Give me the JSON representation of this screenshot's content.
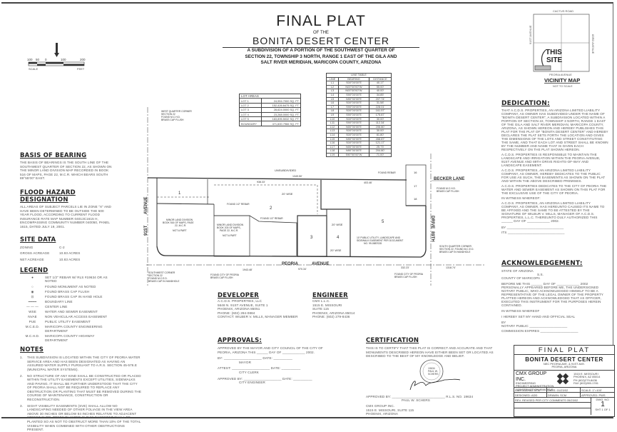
{
  "title": {
    "main": "FINAL PLAT",
    "of_the": "OF THE",
    "name": "BONITA DESERT CENTER",
    "subtitle": [
      "A SUBDIVISION OF A PORTION OF THE SOUTHWEST QUARTER OF",
      "SECTION 22, TOWNSHIP 3 NORTH, RANGE 1 EAST OF THE GILA AND",
      "SALT RIVER MERIDIAN, MARICOPA COUNTY, ARIZONA"
    ]
  },
  "scale_bar": {
    "ticks": [
      "100",
      "50",
      "0",
      "100",
      "200"
    ],
    "scale_label": "SCALE",
    "unit_label": "FEET"
  },
  "vicinity_map": {
    "title": "VICINITY MAP",
    "note": "NOT TO SCALE",
    "north_road": "CACTUS ROAD",
    "south_road": "PEORIA AVENUE",
    "west_road": "91ST AVENUE",
    "east_road": "83RD AVENUE",
    "site_label": [
      "THIS",
      "SITE"
    ]
  },
  "basis_of_bearing": {
    "heading": "BASIS OF BEARING",
    "text": "THE BASIS OF BEARINGS IS THE SOUTH LINE OF THE SOUTHWEST QUARTER OF SECTION 22, AS SHOWN ON THE MINOR LAND DIVISION MAP RECORDED IN BOOK 516 OF MAPS, PAGE 22, M.C.R. WHICH BEARS SOUTH 89°55'00\" EAST."
  },
  "flood_hazard": {
    "heading": "FLOOD HAZARD DESIGNATION",
    "text": "ALL AREAS OF SUBJECT PARCELS LIE IN ZONE \"X\" AND HAVE BEEN DETERMINED TO BE OUTSIDE THE 500 YEAR FLOOD, ACCORDING TO CURRENT FLOOD INSURANCE RATE MAP NUMBER 04013C1615 H, ENCOMPASSING COMMUNITY NUMBER 040050, PANEL 1615, DATED JULY 19, 2001."
  },
  "site_data": {
    "heading": "SITE DATA",
    "rows": [
      {
        "label": "ZONING",
        "value": "C-2"
      },
      {
        "label": "GROSS ACREAGE",
        "value": "10.83 ACRES"
      },
      {
        "label": "NET ACREAGE",
        "value": "10.83 ACRES"
      }
    ]
  },
  "legend": {
    "heading": "LEGEND",
    "items": [
      {
        "symbol": "●",
        "text": "SET 1/2\" REBAR W/ RLS #19634 OR AS NOTED"
      },
      {
        "symbol": "○",
        "text": "FOUND MONUMENT AS NOTED"
      },
      {
        "symbol": "◉",
        "text": "FOUND BRASS CAP FLUSH"
      },
      {
        "symbol": "⊡",
        "text": "FOUND BRASS CAP IN HAND HOLE"
      },
      {
        "symbol": "━━━━",
        "text": "BOUNDARY LINE"
      },
      {
        "symbol": "— — —",
        "text": "CENTER LINE"
      },
      {
        "symbol": "WSE",
        "text": "WATER AND SEWER EASEMENT"
      },
      {
        "symbol": "NVAE",
        "text": "NON VEHICULAR ACCESS EASEMENT"
      },
      {
        "symbol": "PUE",
        "text": "PUBLIC UTILITY EASEMENT"
      },
      {
        "symbol": "M.C.E.D.",
        "text": "MARICOPA COUNTY ENGINEERING DEPARTMENT"
      },
      {
        "symbol": "M.C.H.D.",
        "text": "MARICOPA COUNTY HIGHWAY DEPARTMENT"
      }
    ]
  },
  "notes": {
    "heading": "NOTES",
    "items": [
      {
        "num": "1.",
        "text": "THIS SUBDIVISION IS LOCATED WITHIN THE CITY OF PEORIA WATER SERVICE AREA AND HAS BEEN DESIGNATED AS HAVING AN ASSURED WATER SUPPLY PURSUANT TO A.R.S. SECTION 45-576.E (MUNICIPAL WATER SYSTEMS)."
      },
      {
        "num": "2.",
        "text": "NO STRUCTURE OF ANY KIND SHALL BE CONSTRUCTED OR PLACED WITHIN THE UTILITY EASEMENTS EXCEPT UTILITIES, SIDEWALKS AND PAVING. IT SHALL BE FURTHER UNDERSTOOD THAT THE CITY OF PEORIA SHALL NOT BE REQUIRED TO REPLACE ANY OBSTRUCTION OR PLANTING THAT MUST BE REMOVED DURING THE COURSE OF MAINTENANCE, CONSTRUCTION OR RECONSTRUCTION."
      },
      {
        "num": "3.",
        "text": "SIGHT VISIBILITY EASEMENTS (SVE) SHALL ALLOW NO LANDSCAPING NEEDED OF OTHER FOLIAGE IN THE VIEW AREA ABOVE 30 INCHES OR BELOW 84 INCHES RELATIVE TO ADJACENT STREET CURB. TREES PLANTED IN THIS EASEMENT SHALL BE PLANTED SO AS NOT TO OBSTRUCT MORE THAN 10% OF THE TOTAL VISIBILITY WHEN COMBINED WITH OTHER OBSTRUCTIONS PRESENT."
      }
    ]
  },
  "lot_areas": {
    "heading": "LOT AREAS",
    "rows": [
      {
        "lot": "LOT 1",
        "area": "24,994.7000 SQ. FT"
      },
      {
        "lot": "LOT 2",
        "area": "152,426.6475 SQ. FT"
      },
      {
        "lot": "LOT 3",
        "area": "28,624.0000 SQ. FT"
      },
      {
        "lot": "LOT 4",
        "area": "23,288.0000 SQ. FT"
      },
      {
        "lot": "LOT 5",
        "area": "183,895.5032 SQ. FT"
      },
      {
        "lot": "BOUNDARY",
        "area": "471,600.7966 SQ. FT"
      }
    ]
  },
  "line_table": {
    "heading": "LINE TABLE",
    "columns": [
      "LINE",
      "BEARING",
      "DISTANCE"
    ],
    "rows": [
      [
        "L1",
        "S00°00'00\"E",
        "40.17'"
      ],
      [
        "L2",
        "N00°00'00\"W",
        "55.00'"
      ],
      [
        "L3",
        "N00°00'00\"W",
        "40.00'"
      ],
      [
        "L4",
        "S90°00'00\"E",
        "34.85'"
      ],
      [
        "L5",
        "N90°00'00\"E",
        "207.74'"
      ],
      [
        "L6",
        "S00°00'00\"E",
        "31.58'"
      ],
      [
        "L7",
        "S90°00'00\"E",
        "228.01'"
      ],
      [
        "L8",
        "S00°00'00\"E",
        "161.57'"
      ],
      [
        "L9",
        "S90°00'00\"E",
        "175.87'"
      ],
      [
        "L10",
        "S00°00'00\"E",
        "30.00'"
      ],
      [
        "L11",
        "S90°00'00\"E",
        "112.34'"
      ],
      [
        "L12",
        "N00°00'00\"E",
        "206.80'"
      ],
      [
        "L13",
        "S00°00'00\"E",
        "30.00'"
      ],
      [
        "L14",
        "S00°00'00\"E",
        "81.80'"
      ],
      [
        "L15",
        "N90°00'00\"E",
        "458.87'"
      ],
      [
        "L16",
        "S00°00'00\"E",
        "121.17'"
      ],
      [
        "L17",
        "N00°00'00\"E",
        "25.73'"
      ],
      [
        "L18",
        "N90°00'00\"E",
        "204.80'"
      ],
      [
        "L19",
        "S90°00'00\"W",
        "71.00'"
      ]
    ]
  },
  "plat": {
    "unsubdivided": "UNSUBDIVIDED",
    "becker_lane": "BECKER LANE",
    "peoria_avenue": [
      "PEORIA",
      "AVENUE"
    ],
    "ave_91st": [
      "91ST",
      "AVENUE"
    ],
    "drive_89th": [
      "89TH",
      "DRIVE"
    ],
    "lots": [
      "1",
      "2",
      "3",
      "4",
      "5"
    ],
    "becker_lots": [
      "16",
      "17",
      "18"
    ],
    "west_quarter_corner": [
      "WEST QUARTER CORNER",
      "SECTION 22",
      "FOUND M.C.H.D.",
      "BRASS CAP FLUSH"
    ],
    "southwest_corner": [
      "SOUTHWEST CORNER",
      "SECTION 22",
      "FOUND M.C.E.D.",
      "BRASS CAP IN HANDHOLE"
    ],
    "south_quarter_corner": [
      "SOUTH QUARTER CORNER",
      "SECTION 22, FOUND M.C.E.D.",
      "BRASS CAP IN HANDHOLE"
    ],
    "minor_land_division_1": [
      "MINOR LAND DIVISION",
      "BOOK 516 OF MAPS, PAGE",
      "22, M.C.R.",
      "NOT A PART"
    ],
    "minor_land_division_2": [
      "MINOR LAND DIVISION",
      "BOOK 203 OF MAPS,",
      "PAGE 22, M.C.R.",
      "NOT A PART"
    ],
    "found_rebar": "FOUND REBAR",
    "found_rebar_1": "FOUND 1/2\" REBAR",
    "found_mchd": [
      "FOUND M.C.H.D.",
      "BRASS CAP FLUSH"
    ],
    "found_city_peoria": [
      "FOUND CITY OF PEORIA",
      "BRASS CAP FLUSH"
    ],
    "pue_easement": [
      "10' PUBLIC UTILITY, LANDSCAPE AND",
      "SIDEWALK EASEMENT PER DOCUMENT",
      "NO. 99-0887028"
    ],
    "wse_labels": [
      "20' WSE",
      "20' WSE",
      "20' WSE"
    ],
    "dims": {
      "north": "1349.50'",
      "north2": "938.33'",
      "north3": "403.46'",
      "south": "1943.48'",
      "south2": "970.34'",
      "south3": "332.23'",
      "south4": "1318.74'"
    }
  },
  "dedication": {
    "heading": "DEDICATION:",
    "paragraphs": [
      "THAT A.C.D.S. PROPERTIES, AN ARIZONA LIMITED LIABILITY COMPANY, AS OWNER HAS SUBDIVIDED UNDER THE NAME OF \"BONITA DESERT CENTER\", A SUBDIVISION LOCATED WITHIN A PORTION OF SECTION 22, TOWNSHIP 3 NORTH, RANGE 1 EAST OF THE GILA AND SALT RIVER MERIDIAN, MARICOPA COUNTY, ARIZONA, AS SHOWN HEREON AND HEREBY PUBLISHES THIS PLAT FOR THE PLAT OF \"BONITA DESERT CENTER\" AND HEREBY DECLARES THE PLAT SETS FORTH THE LOCATION AND GIVES THE DIMENSIONS OF THE LOTS AND STREET CONSTITUTING THE SAME, AND THAT EACH LOT AND STREET SHALL BE KNOWN BY THE NUMBER AND NAME THAT IS GIVEN EACH RESPECTIVELY ON THE PLAT SHOWN HEREON.",
      "A.C.D.S. PROPERTIES IS RESPONSIBLE TO MAINTAIN THE LANDSCAPE AND IRRIGATION WITHIN THE PEORIA AVENUE, 91ST AVENUE AND 89TH DRIVE RIGHTS-OF-WAY AND LANDSCAPE EASEMENT.",
      "A.C.D.S. PROPERTIES, AN ARIZONA LIMITED LIABILITY COMPANY, AS OWNER, HEREBY DEDICATES TO THE PUBLIC FOR USE AS SUCH, THE EASEMENTS AS SHOWN ON THE PLAT AND WITHIN THE ABOVE DESCRIBED PREMISES.",
      "A.C.D.S. PROPERTIES DEDICATES TO THE CITY OF PEORIA THE WATER AND SEWER EASEMENT AS SHOWN ON THIS PLAT FOR THE EXCLUSIVE USE OF THE CITY OF PEORIA.",
      "IN WITNESS WHEREOF:",
      "A.C.D.S. PROPERTIES, AN ARIZONA LIMITED LIABILITY COMPANY, AS OWNER, HAS HEREUNTO CAUSED ITS NAME TO BE AFFIXED AND THE SAME TO BE ATTESTED BY THE SIGNATURE OF WILBUR V. MILLS, MANAGER OF A.C.D.S. PROPERTIES, L.L.C. THEREUNTO DULY AUTHORIZED THIS ______ DAY OF ____________ 2002."
    ],
    "by_label": "BY",
    "its_label": "ITS"
  },
  "acknowledgement": {
    "heading": "ACKNOWLEDGEMENT:",
    "state": "STATE OF ARIZONA",
    "county": "COUNTY OF MARICOPA",
    "ss": "S.S.",
    "text": "BEFORE ME THIS ______ DAY OF ____________ 2002 PERSONALLY APPEARED BEFORE ME, THE UNDERSIGNED NOTARY PUBLIC, WHO ACKNOWLEDGED HIMSELF TO BE A REPRESENTATIVE OF THE LEGAL OWNER OF THE PROPERTY PLATTED HEREON AND ACKNOWLEDGED THAT AS OFFICER, EXECUTED THIS INSTRUMENT FOR THE PURPOSES HEREIN CONTAINED.",
    "witness": "IN WITNESS WHEREOF",
    "seal": "I HEREBY SET MY HAND AND OFFICIAL SEAL",
    "by": "BY",
    "notary": "NOTARY PUBLIC",
    "commission": "COMMISSION EXPIRES"
  },
  "developer": {
    "heading": "DEVELOPER",
    "lines": [
      "A.C.D.S. PROPERTIES, LLC",
      "5648 N. 91ST AVENUE, SUITE 1",
      "PHOENIX, ARIZONA 85051",
      "PHONE: (602) 284-0884",
      "CONTACT: WILBER V. MILLS, MANAGER MEMBER"
    ]
  },
  "engineer": {
    "heading": "ENGINEER",
    "lines": [
      "CMX L.L.C.",
      "1515 E. MISSOURI",
      "SUITE 115",
      "PHOENIX, ARIZONA 85014",
      "PHONE: (602) 279-8436"
    ]
  },
  "approvals": {
    "heading": "APPROVALS:",
    "text": "APPROVED BY THE MAYOR AND CITY COUNCIL OF THE CITY OF PEORIA, ARIZONA THIS ______ DAY OF ____________ 2002.",
    "rows": [
      {
        "label": "BY:",
        "role": "MAYOR",
        "date": "DATE:"
      },
      {
        "label": "ATTEST:",
        "role": "CITY CLERK",
        "date": "DATE:"
      },
      {
        "label": "APPROVED BY:",
        "role": "CITY ENGINEER",
        "date": "DATE:"
      }
    ]
  },
  "certification": {
    "heading": "CERTIFICATION",
    "text": "THIS IS TO CERTIFY THAT THIS PLAT IS CORRECT AND ACCURATE AND THAT MONUMENTS DESCRIBED HEREON HAVE EITHER BEEN SET OR LOCATED AS DESCRIBED TO THE BEST OF MY KNOWLEDGE AND BELIEF.",
    "approved_by": "APPROVED BY:",
    "rls": "R.L.S. NO. 19634",
    "surveyor": "PAUL W. SCHERS",
    "firm": [
      "CMX GROUP INC.",
      "1515 E. MISSOURI, SUITE 115",
      "PHOENIX, ARIZONA"
    ],
    "seal_text": [
      "19634",
      "PAUL W.",
      "SCHERS"
    ],
    "signature": "Paul W. Schers"
  },
  "title_block": {
    "title": "FINAL PLAT",
    "project": "BONITA DESERT CENTER",
    "location": [
      "NEC PEORIA AVE. & 91ST AVE.",
      "PEORIA, ARIZONA"
    ],
    "company": "CMX GROUP INC.",
    "services": [
      "ENGINEERING",
      "PROJECT ADMINISTRATION",
      "CONSTRUCTION ANALYSIS"
    ],
    "address": [
      "1515 E. MISSOURI",
      "PHOENIX, AZ 85014",
      "PH (602)279-8436",
      "FAX (602)285-1781"
    ],
    "job_no": "CMX JOB NO. 5737",
    "date": "DATE: 01/23/02",
    "scale": "SCALE: 1\"=100'",
    "designed": "DESIGNED: ADD",
    "drawn": "DRAWN: SCM",
    "approved": "APPROVED: PWS",
    "revision": "REV. REVISED PER CITY COMMENTS 05/23/02",
    "dwg_label": "DWG. NO.",
    "dwg_no": "1",
    "sheet": "SHT 1 OF 1"
  },
  "colors": {
    "ink": "#222222",
    "paper": "#ffffff",
    "faint": "#666666"
  }
}
